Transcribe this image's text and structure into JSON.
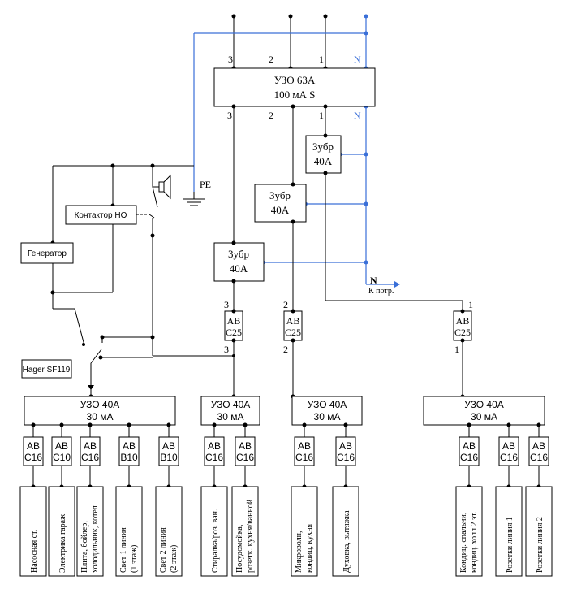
{
  "main_rcd": {
    "line1": "УЗО 63А",
    "line2": "100 мА S"
  },
  "main_terminals_top": [
    "3",
    "2",
    "1",
    "N"
  ],
  "main_terminals_bottom": [
    "3",
    "2",
    "1",
    "N"
  ],
  "rcbo_label_line1": "3убр",
  "rcbo_label_line2": "40А",
  "pe_label": "PE",
  "contactor_label": "Контактор НО",
  "generator_label": "Генератор",
  "switch_label": "Hager SF119",
  "n_out_label": "N",
  "n_out_sub": "К потр.",
  "breakers_mid": [
    {
      "top_num": "3",
      "l1": "АВ",
      "l2": "С25",
      "bottom_num": "3"
    },
    {
      "top_num": "2",
      "l1": "АВ",
      "l2": "С25",
      "bottom_num": "2"
    },
    {
      "top_num": "1",
      "l1": "АВ",
      "l2": "С25",
      "bottom_num": "1"
    }
  ],
  "rcd_groups": [
    {
      "l1": "УЗО 40А",
      "l2": "30 мА"
    },
    {
      "l1": "УЗО 40А",
      "l2": "30 мА"
    },
    {
      "l1": "УЗО 40А",
      "l2": "30 мА"
    },
    {
      "l1": "УЗО 40А",
      "l2": "30 мА"
    }
  ],
  "outgoing": [
    {
      "l1": "АВ",
      "l2": "С16",
      "load1": "Насосная ст.",
      "load2": ""
    },
    {
      "l1": "АВ",
      "l2": "С10",
      "load1": "Электрика гараж",
      "load2": ""
    },
    {
      "l1": "АВ",
      "l2": "С16",
      "load1": "Плита, бойлер,",
      "load2": "холодильник, котел"
    },
    {
      "l1": "АВ",
      "l2": "В10",
      "load1": "Свет 1 линия",
      "load2": "(1 этаж)"
    },
    {
      "l1": "АВ",
      "l2": "В10",
      "load1": "Свет 2 линия",
      "load2": "(2 этаж)"
    },
    {
      "l1": "АВ",
      "l2": "С16",
      "load1": "Стиралка/роз. ван.",
      "load2": ""
    },
    {
      "l1": "АВ",
      "l2": "С16",
      "load1": "Посудомойка,",
      "load2": "розетк. кухня/ванной"
    },
    {
      "l1": "АВ",
      "l2": "С16",
      "load1": "Микроволн,",
      "load2": "кондиц, кухня"
    },
    {
      "l1": "АВ",
      "l2": "С16",
      "load1": "Духовка, вытяжка",
      "load2": ""
    },
    {
      "l1": "АВ",
      "l2": "С16",
      "load1": "Кондиц. спальни,",
      "load2": "кондиц. холл 2 эт."
    },
    {
      "l1": "АВ",
      "l2": "С16",
      "load1": "Розетки линия 1",
      "load2": ""
    },
    {
      "l1": "АВ",
      "l2": "С16",
      "load1": "Розетки линия 2",
      "load2": ""
    }
  ],
  "colors": {
    "neutral": "#3a6fd8",
    "wire": "#000000"
  },
  "icons": [
    "speaker-siren-icon",
    "ground-icon",
    "switch-contact-icon"
  ]
}
